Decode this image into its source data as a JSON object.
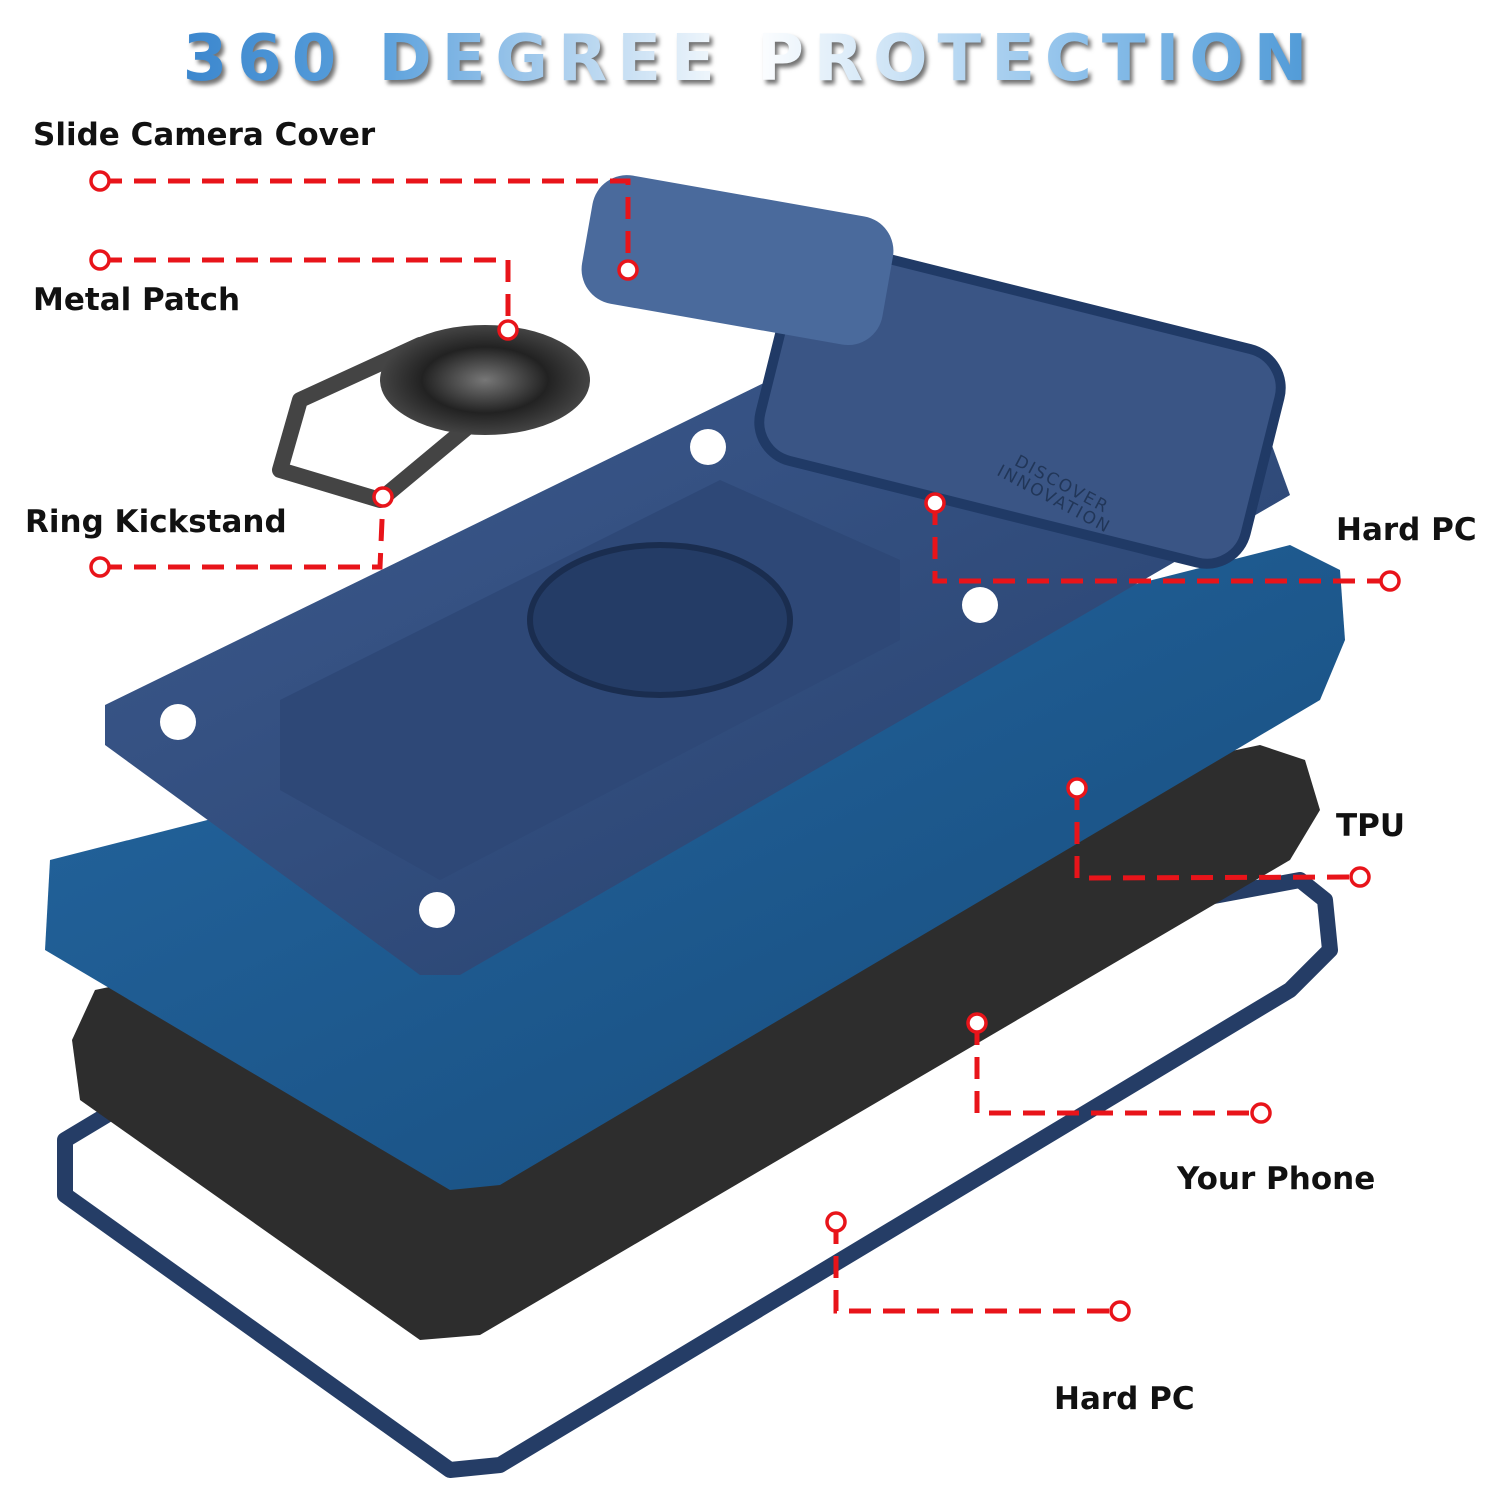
{
  "title": "360 DEGREE PROTECTION",
  "labels": {
    "slide_camera_cover": "Slide Camera Cover",
    "metal_patch": "Metal Patch",
    "ring_kickstand": "Ring Kickstand",
    "hard_pc_top": "Hard PC",
    "tpu": "TPU",
    "your_phone": "Your Phone",
    "hard_pc_bottom": "Hard PC"
  },
  "emboss": {
    "line1": "DISCOVER",
    "line2": "INNOVATION"
  },
  "colors": {
    "leader_line": "#e8141a",
    "case_blue": "#1f5a8c",
    "frame_navy": "#2a4372",
    "phone": "#2a2a2a",
    "title_blue": "#1f6fc0"
  }
}
